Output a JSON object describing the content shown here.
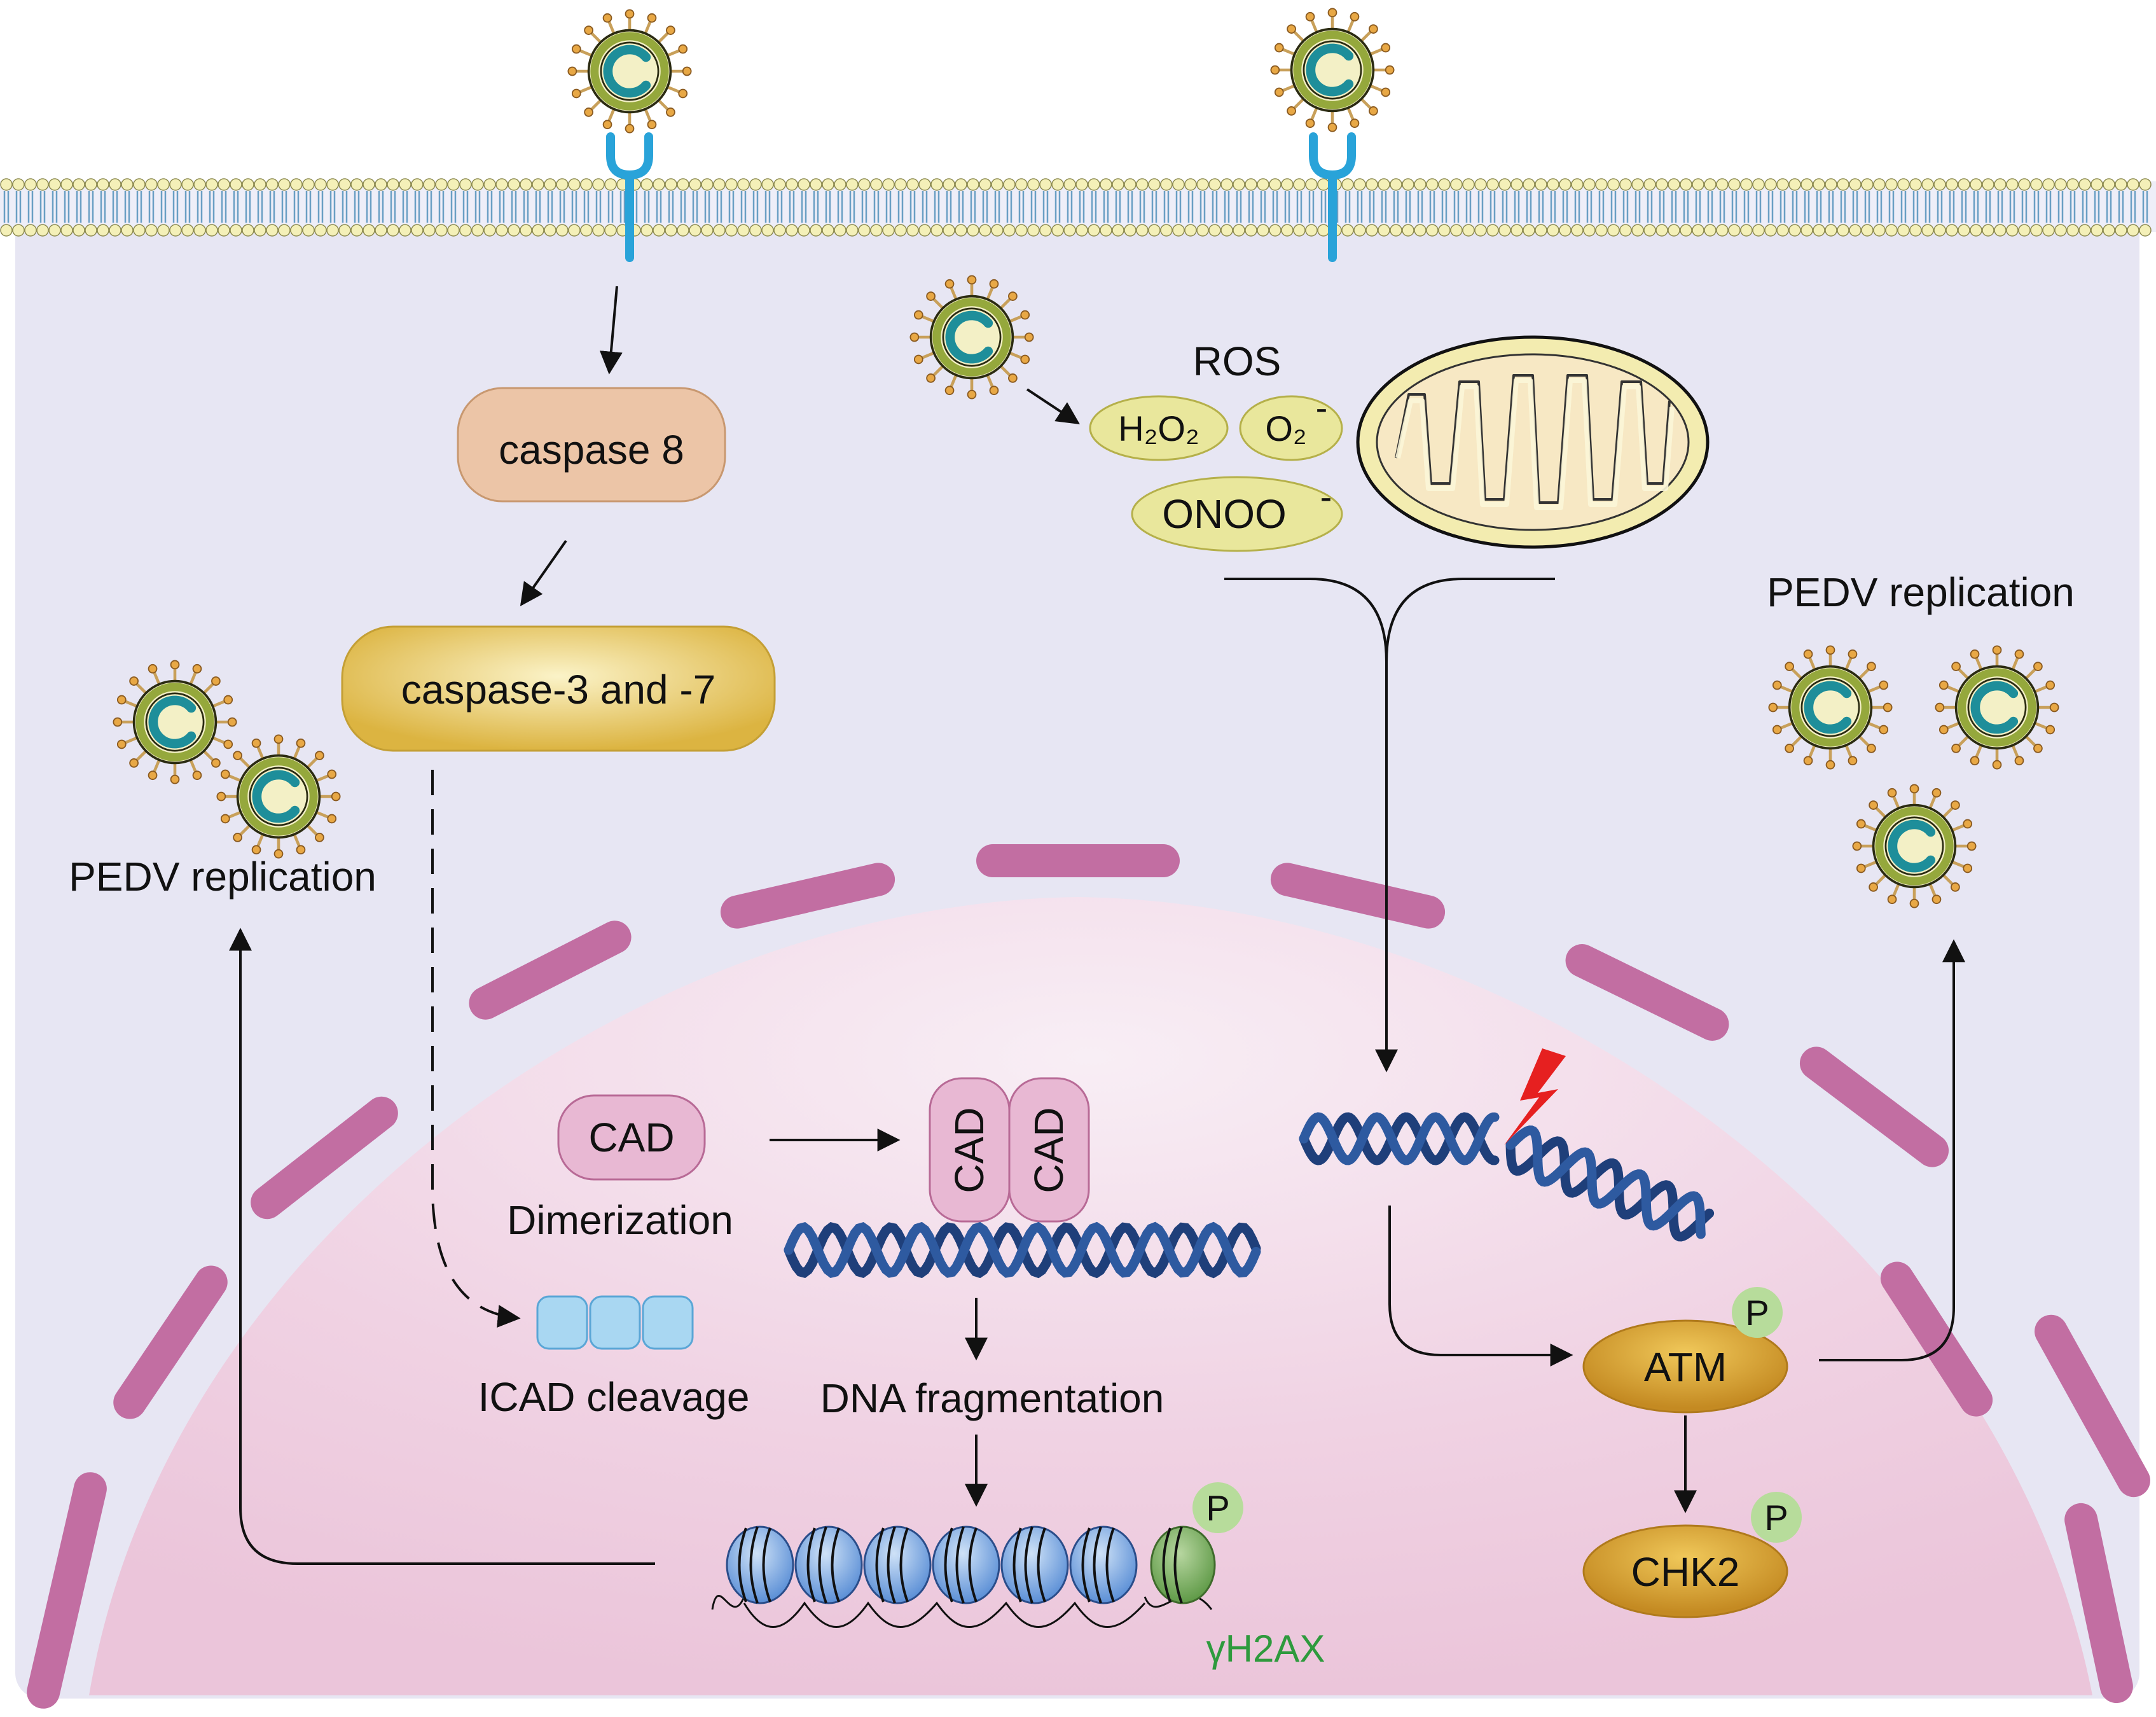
{
  "labels": {
    "caspase8": "caspase 8",
    "caspase37": "caspase-3 and -7",
    "ros": "ROS",
    "h2o2": "H₂O₂",
    "o2": "O₂",
    "o2_charge": "-",
    "onoo": "ONOO",
    "onoo_charge": "-",
    "pedv_left": "PEDV replication",
    "pedv_right": "PEDV replication",
    "cad": "CAD",
    "cad_dimer_a": "CAD",
    "cad_dimer_b": "CAD",
    "dimerization": "Dimerization",
    "icad": "ICAD cleavage",
    "dna_frag": "DNA fragmentation",
    "atm": "ATM",
    "chk2": "CHK2",
    "phospho": "P",
    "gh2ax": "γH2AX"
  },
  "colors": {
    "cytoplasm": "#e8e6f3",
    "nucleus": "#f0cde0",
    "nuclear_envelope": "#c46fa3",
    "membrane_head": "#f4f0b8",
    "membrane_tail": "#6a9fc4",
    "receptor": "#2aa3d8",
    "virus_spike": "#c8a05a",
    "virus_shell": "#8fa33a",
    "virus_rna": "#1e8e9a",
    "caspase8_fill": "#ecc4a6",
    "caspase37_fill": "#e3c04e",
    "ros_fill": "#e9e79c",
    "cad_fill": "#e8b7d3",
    "icad_fill": "#a9d7f2",
    "dna": "#1f3f7a",
    "atm_fill": "#dfa536",
    "phospho_fill": "#b6dc9a",
    "gh2ax_text": "#2e9a3d",
    "lightning": "#e62020"
  }
}
